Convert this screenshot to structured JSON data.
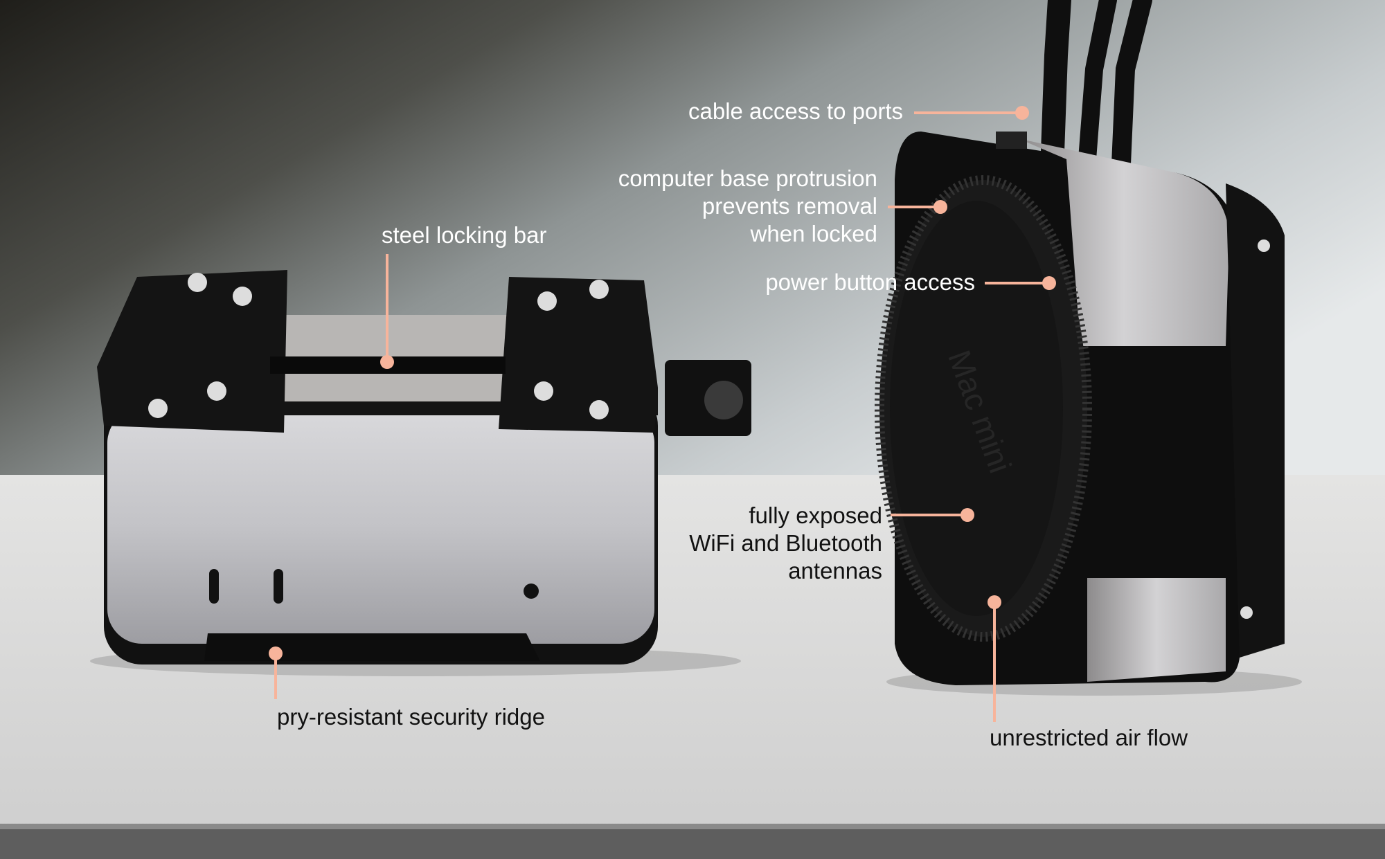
{
  "colors": {
    "accent": "#f7b49b",
    "wall_dark": "#2b2a25",
    "wall_light": "#c9cdce",
    "counter": "#dcdcdc",
    "counter_edge": "#6a6a6a"
  },
  "product_text": "Mac mini",
  "callouts": {
    "cable_access": "cable access to ports",
    "base_protrusion": [
      "computer base protrusion",
      "prevents removal",
      "when locked"
    ],
    "steel_bar": "steel locking bar",
    "power_button": "power button access",
    "antennas": [
      "fully exposed",
      "WiFi and Bluetooth",
      "antennas"
    ],
    "security_ridge": "pry-resistant security ridge",
    "air_flow": "unrestricted air flow"
  }
}
